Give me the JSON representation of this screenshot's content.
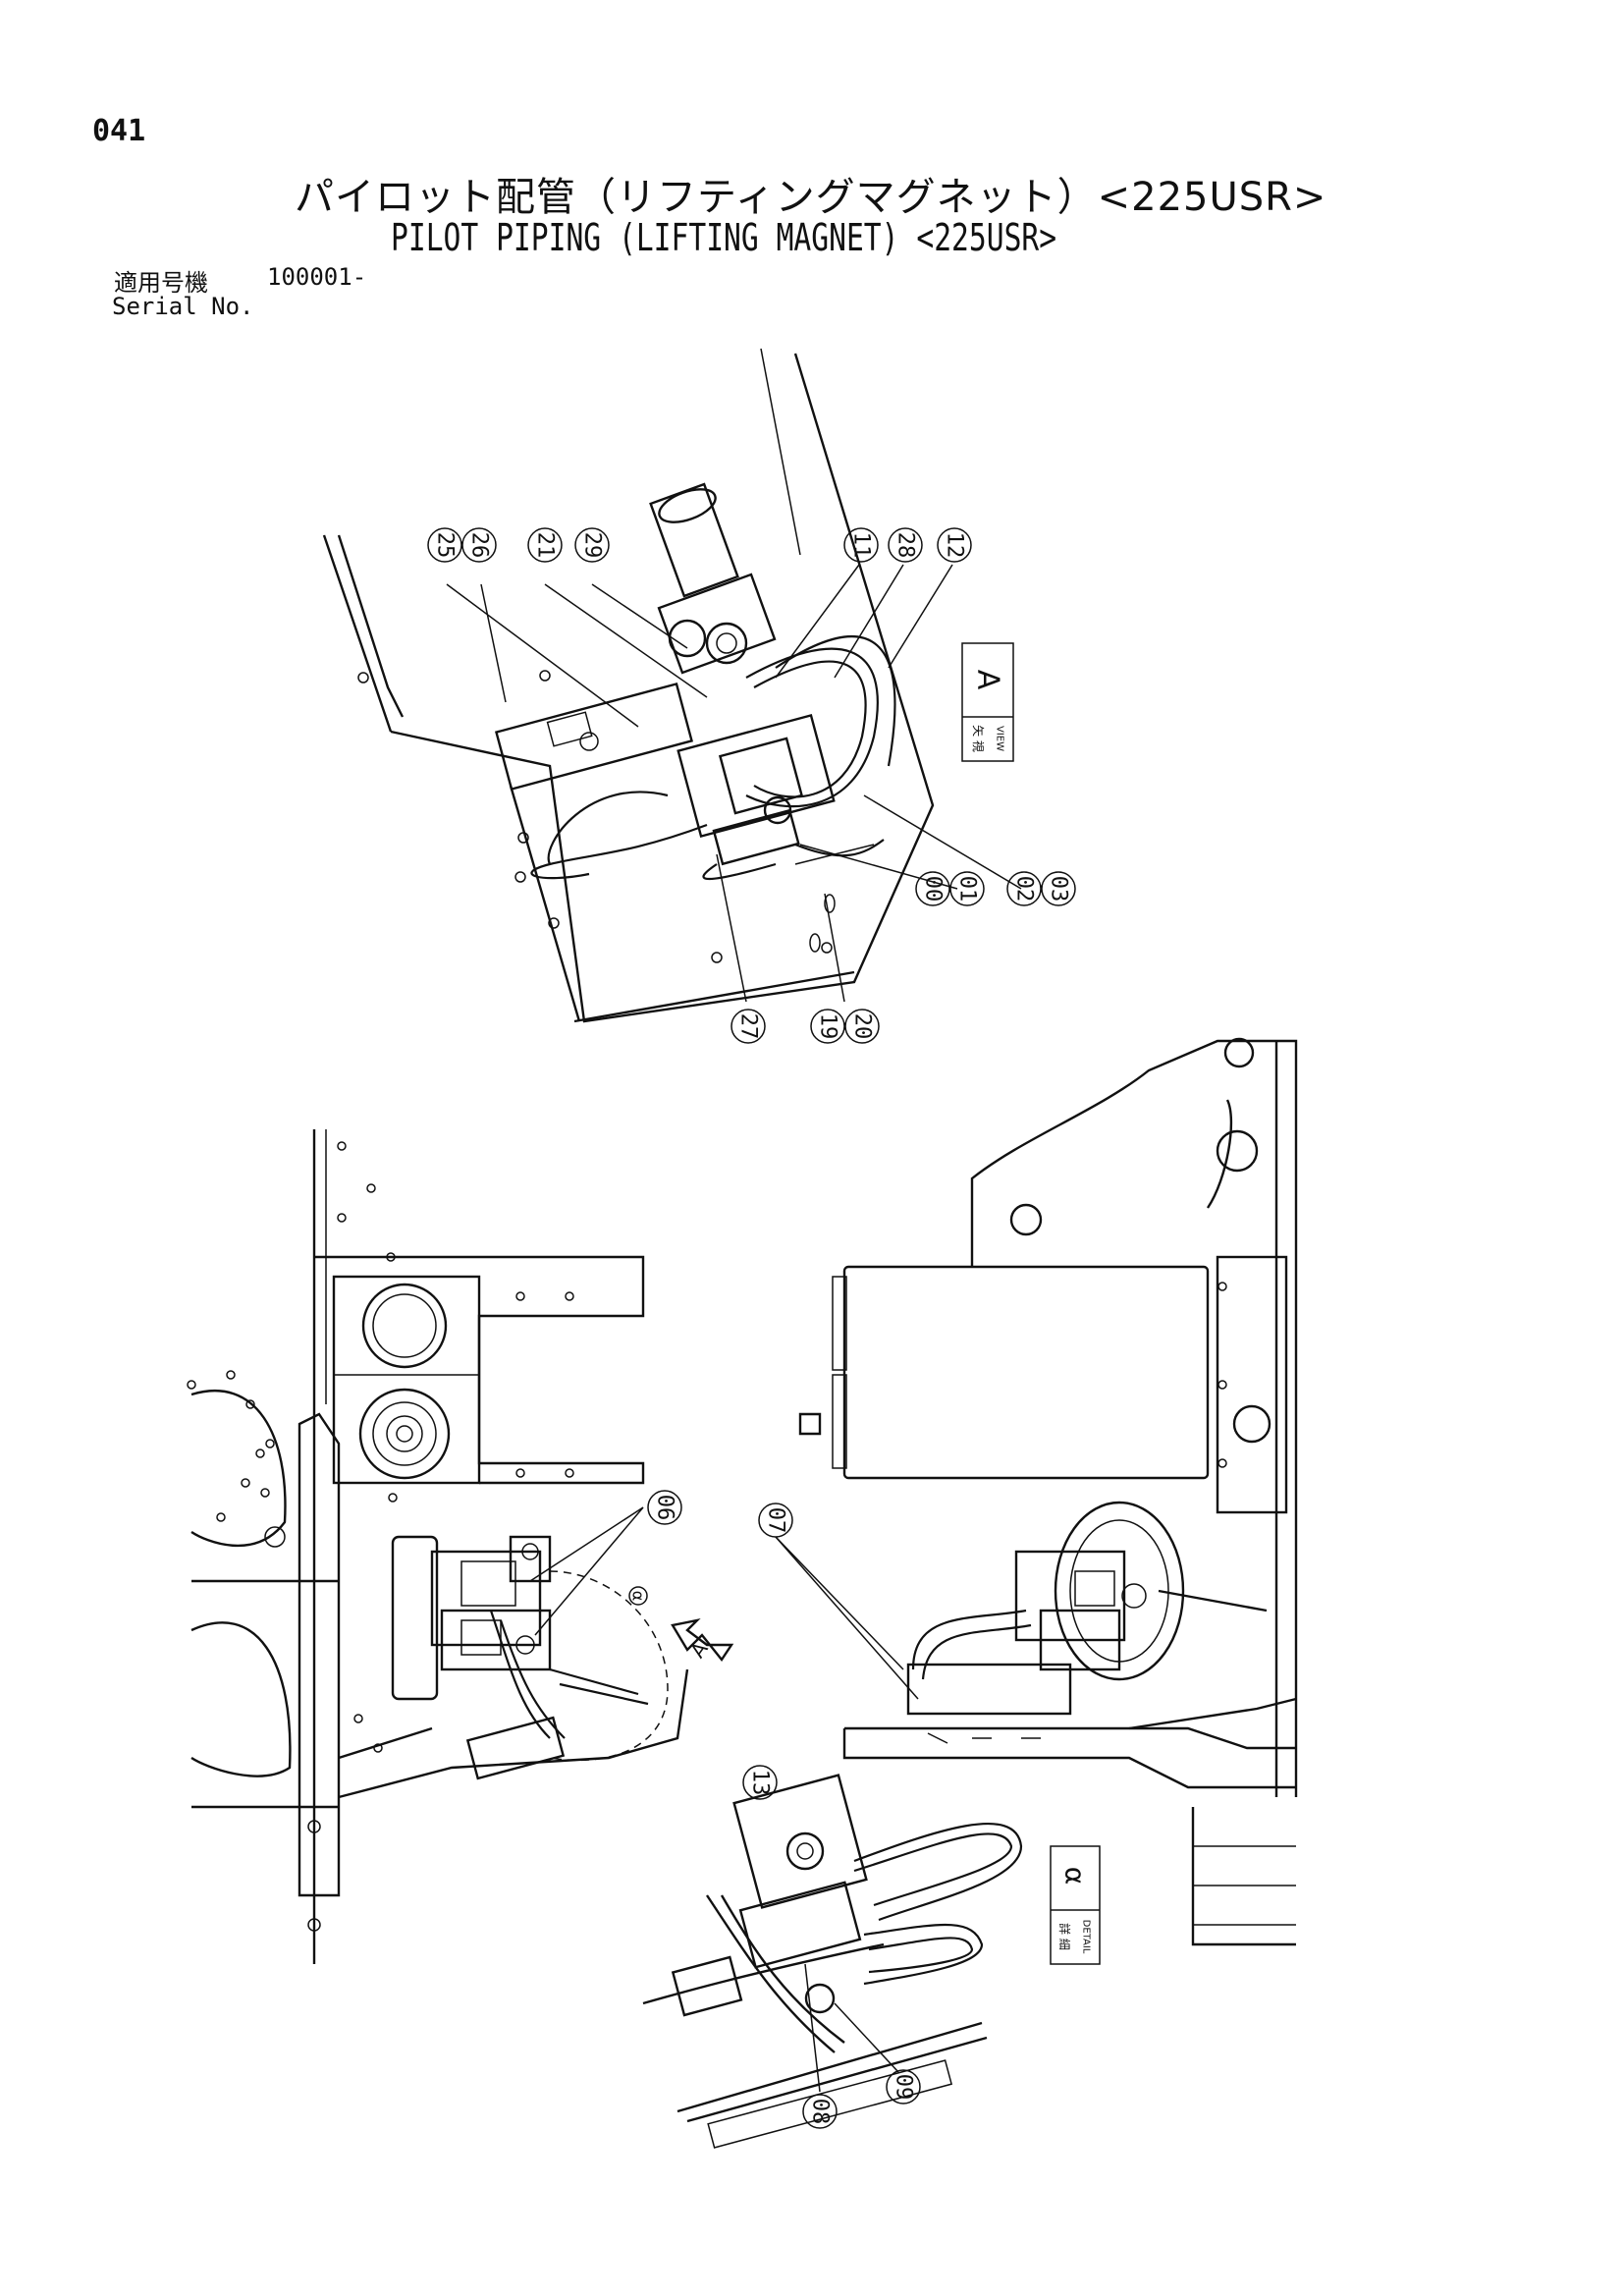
{
  "page": {
    "number": "041",
    "title_jp": "パイロット配管（リフティングマグネット）<225USR>",
    "title_en": "PILOT PIPING (LIFTING MAGNET) <225USR>",
    "serial_label_jp": "適用号機",
    "serial_value": "100001-",
    "serial_label_en": "Serial No."
  },
  "view_a": {
    "label_jp": "矢 視",
    "label_en": "VIEW",
    "letter": "A",
    "callouts": [
      "25",
      "26",
      "21",
      "29",
      "11",
      "28",
      "12",
      "00",
      "01",
      "02",
      "03",
      "27",
      "19",
      "20"
    ]
  },
  "main_view": {
    "callouts": [
      "06",
      "07"
    ],
    "arrow_letter": "A",
    "detail_marker": "α"
  },
  "detail_alpha": {
    "label_jp": "詳 細",
    "label_en": "DETAIL",
    "letter": "α",
    "callouts": [
      "13",
      "08",
      "09"
    ]
  }
}
